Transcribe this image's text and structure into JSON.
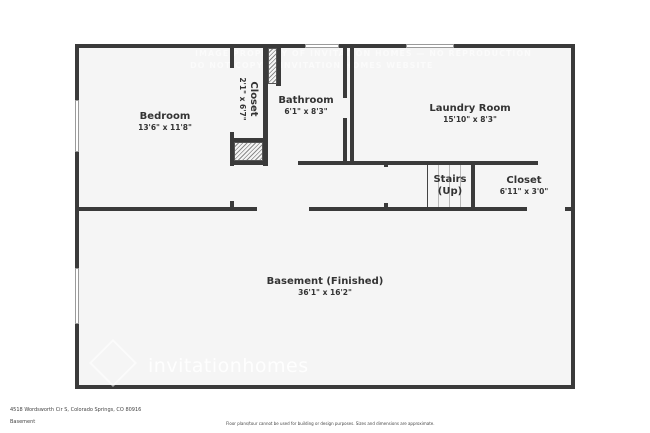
{
  "floorplan": {
    "level": "Basement",
    "address": "4518 Wordsworth Cir S, Colorado Springs, CO 80916",
    "disclaimer": "Floor plans/tour cannot be used for building or design purposes. Sizes and dimensions are approximate.",
    "watermark": {
      "brand": "invitationhomes",
      "overlay_text_line1": "IMAGE PROPERTY OF INVITATION HOMES — NO REPRODUCTION",
      "overlay_text_line2": "DO NOT COPY — INVITATION HOMES WEBSITE"
    },
    "rooms": [
      {
        "id": "bedroom",
        "name": "Bedroom",
        "dimensions": "13'6\" x 11'8\""
      },
      {
        "id": "closet-1",
        "name": "Closet",
        "dimensions": "2'1\" x 6'7\""
      },
      {
        "id": "bathroom",
        "name": "Bathroom",
        "dimensions": "6'1\" x 8'3\""
      },
      {
        "id": "laundry",
        "name": "Laundry Room",
        "dimensions": "15'10\" x 8'3\""
      },
      {
        "id": "stairs",
        "name": "Stairs",
        "sub": "(Up)"
      },
      {
        "id": "closet-2",
        "name": "Closet",
        "dimensions": "6'11\" x 3'0\""
      },
      {
        "id": "basement",
        "name": "Basement (Finished)",
        "dimensions": "36'1\" x 16'2\""
      }
    ],
    "colors": {
      "wall": "#3a3a3a",
      "floor": "#f5f5f5",
      "text": "#333333",
      "background": "#ffffff"
    }
  }
}
